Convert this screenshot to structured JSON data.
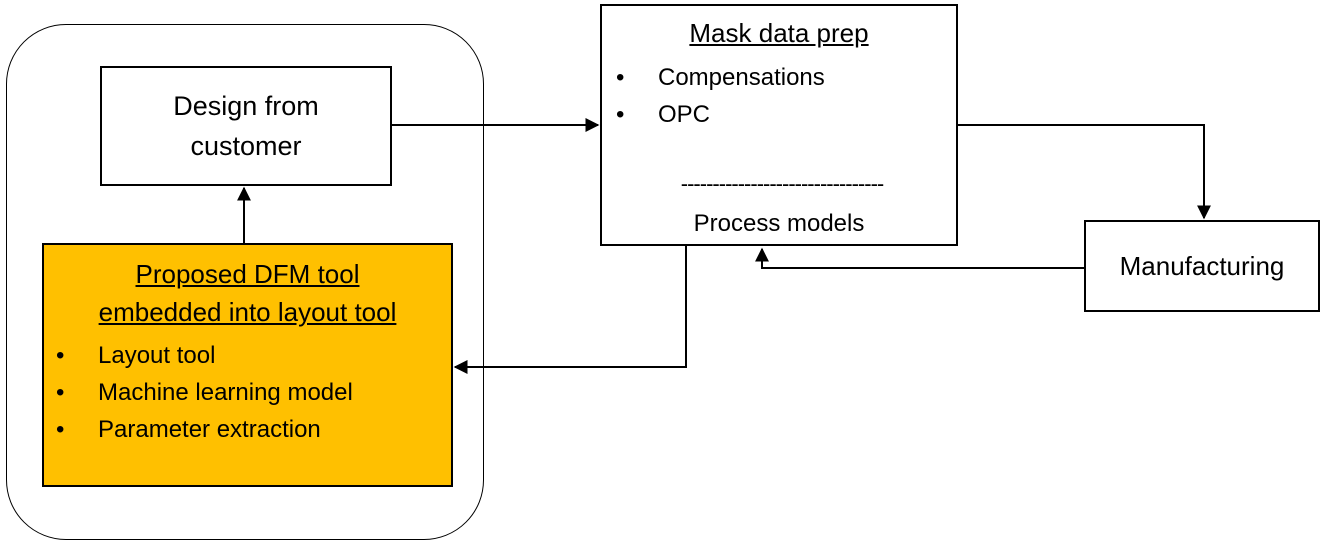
{
  "design_box": {
    "line1": "Design from",
    "line2": "customer"
  },
  "dfm_box": {
    "title_line1": "Proposed DFM tool",
    "title_line2": "embedded into layout tool",
    "bullet": "•",
    "items": [
      "Layout tool",
      "Machine learning model",
      "Parameter extraction"
    ],
    "fill_color": "#FFC000"
  },
  "mask_box": {
    "title": "Mask data prep",
    "bullet": "•",
    "items": [
      "Compensations",
      "OPC"
    ],
    "separator": "--------------------------------",
    "footer": "Process models"
  },
  "manufacturing_box": {
    "label": "Manufacturing"
  }
}
